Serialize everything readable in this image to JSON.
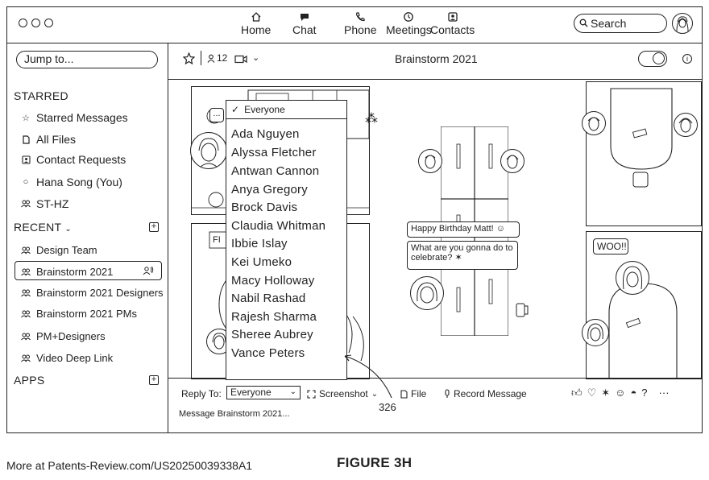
{
  "nav": {
    "items": [
      {
        "label": "Home",
        "icon": "home-icon"
      },
      {
        "label": "Chat",
        "icon": "chat-icon"
      },
      {
        "label": "Phone",
        "icon": "phone-icon"
      },
      {
        "label": "Meetings",
        "icon": "clock-icon"
      },
      {
        "label": "Contacts",
        "icon": "contact-icon"
      }
    ],
    "search_placeholder": "Search"
  },
  "sidebar": {
    "jump_placeholder": "Jump to...",
    "starred_title": "STARRED",
    "starred": [
      {
        "label": "Starred Messages",
        "icon": "star-icon"
      },
      {
        "label": "All Files",
        "icon": "file-icon"
      },
      {
        "label": "Contact Requests",
        "icon": "contact-request-icon"
      },
      {
        "label": "Hana Song (You)",
        "icon": "person-icon"
      },
      {
        "label": "ST-HZ",
        "icon": "group-icon"
      }
    ],
    "recent_title": "RECENT",
    "recent": [
      {
        "label": "Design Team"
      },
      {
        "label": "Brainstorm 2021"
      },
      {
        "label": "Brainstorm 2021 Designers"
      },
      {
        "label": "Brainstorm 2021 PMs"
      },
      {
        "label": "PM+Designers"
      },
      {
        "label": "Video Deep Link"
      }
    ],
    "apps_title": "APPS"
  },
  "header": {
    "member_count": "12",
    "title": "Brainstorm 2021"
  },
  "stage": {
    "bubbles": {
      "birthday": "Happy Birthday Matt!",
      "celebrate": "What are you gonna do to celebrate?",
      "woo": "WOO!!"
    }
  },
  "dropdown": {
    "selected": "Everyone",
    "options": [
      "Ada Nguyen",
      "Alyssa Fletcher",
      "Antwan Cannon",
      "Anya Gregory",
      "Brock Davis",
      "Claudia Whitman",
      "Ibbie Islay",
      "Kei Umeko",
      "Macy Holloway",
      "Nabil Rashad",
      "Rajesh Sharma",
      "Sheree Aubrey",
      "Vance Peters"
    ]
  },
  "footer": {
    "reply_label": "Reply To:",
    "reply_value": "Everyone",
    "screenshot": "Screenshot",
    "file": "File",
    "record": "Record Message",
    "message_placeholder": "Message Brainstorm 2021..."
  },
  "annotations": {
    "ref_number": "326",
    "figure": "FIGURE 3H",
    "source": "More at Patents-Review.com/US20250039338A1"
  }
}
